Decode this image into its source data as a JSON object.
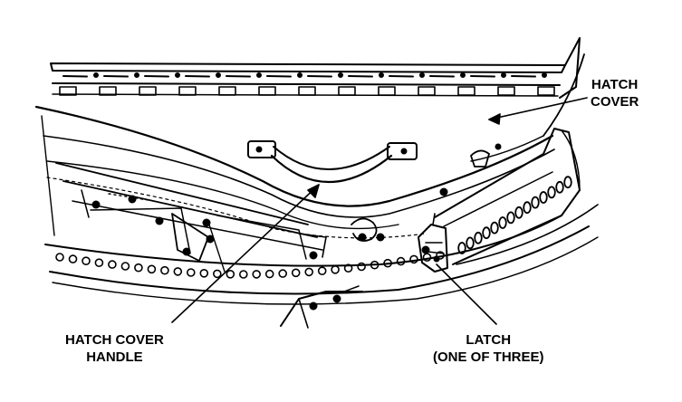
{
  "callouts": {
    "hatch_cover": {
      "line1": "HATCH",
      "line2": "COVER"
    },
    "hatch_cover_handle": {
      "line1": "HATCH COVER",
      "line2": "HANDLE"
    },
    "latch": {
      "line1": "LATCH",
      "line2": "(ONE OF THREE)"
    }
  },
  "colors": {
    "ink": "#000000",
    "paper": "#ffffff"
  }
}
